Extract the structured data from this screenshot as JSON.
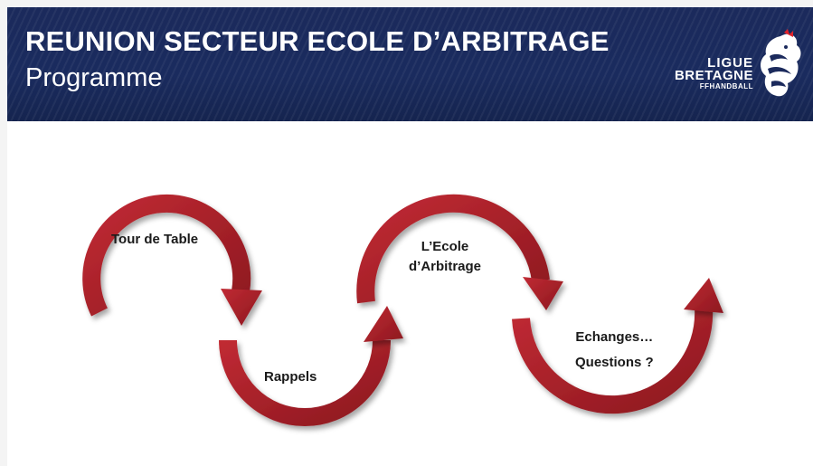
{
  "header": {
    "title": "REUNION SECTEUR ECOLE D’ARBITRAGE",
    "subtitle": "Programme"
  },
  "logo": {
    "line1": "LIGUE",
    "line2": "BRETAGNE",
    "line3": "FFHANDBALL",
    "icon": "rooster-icon"
  },
  "steps": [
    {
      "label": "Tour de Table"
    },
    {
      "label": "Rappels"
    },
    {
      "label": "L’Ecole",
      "label2": "d’Arbitrage"
    },
    {
      "label": "Echanges…",
      "label2": "Questions ?"
    }
  ],
  "colors": {
    "header_bg": "#1b2a5c",
    "arrow_red": "#a71e26",
    "arrow_dark": "#7a121a"
  }
}
